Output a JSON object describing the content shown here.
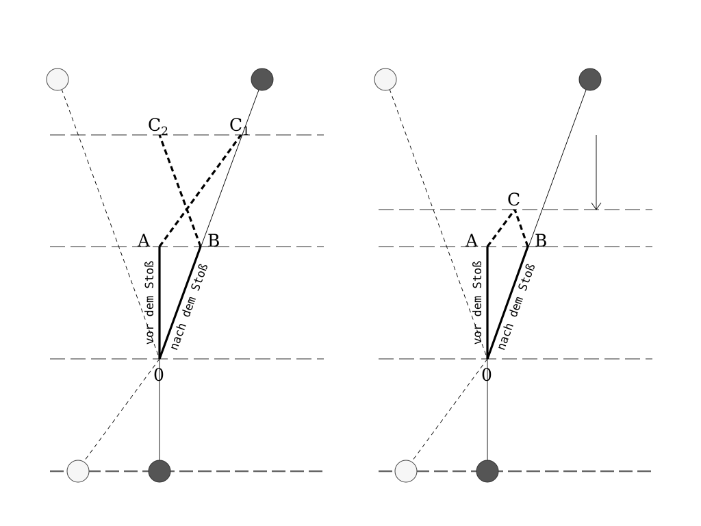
{
  "panels": [
    {
      "id": "left",
      "labels": {
        "point_a": "A",
        "point_b": "B",
        "point_o": "0",
        "point_c2": "C",
        "point_c2_sub": "2",
        "point_c1": "C",
        "point_c1_sub": "1",
        "before_collision": "vor dem Stoß",
        "after_collision": "nach dem Stoß"
      }
    },
    {
      "id": "right",
      "labels": {
        "point_a": "A",
        "point_b": "B",
        "point_o": "0",
        "point_c": "C",
        "before_collision": "vor dem Stoß",
        "after_collision": "nach dem Stoß"
      }
    }
  ],
  "colors": {
    "light_ball": "#f6f6f6",
    "dark_ball": "#555555",
    "line": "#000000",
    "dashed_level": "#555555"
  }
}
